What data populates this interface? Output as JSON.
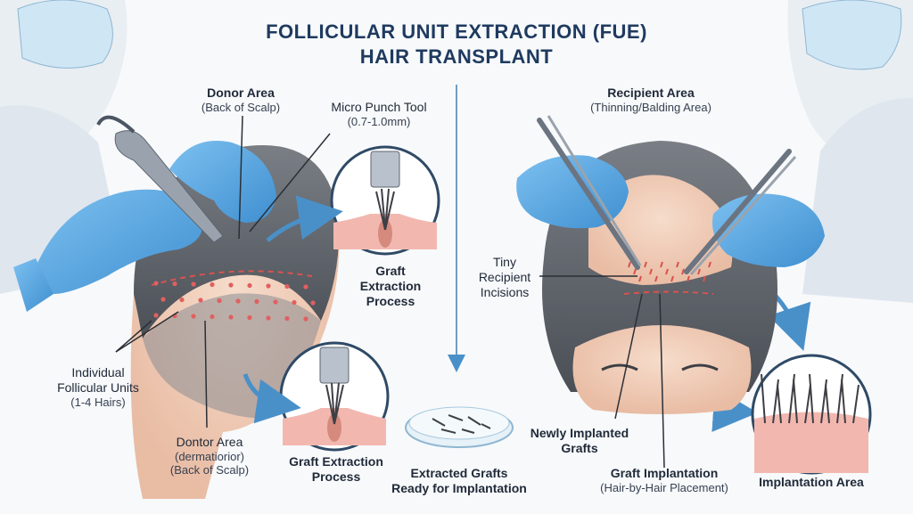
{
  "title": {
    "line1": "FOLLICULAR UNIT EXTRACTION (FUE)",
    "line2": "HAIR TRANSPLANT"
  },
  "labels": {
    "donor_area": {
      "title": "Donor Area",
      "sub": "(Back of Scalp)"
    },
    "micro_punch": {
      "title": "Micro Punch Tool",
      "sub": "(0.7-1.0mm)"
    },
    "graft_extraction_1": {
      "line1": "Graft",
      "line2": "Extraction",
      "line3": "Process"
    },
    "individual_units": {
      "line1": "Individual",
      "line2": "Follicular Units",
      "line3": "(1-4 Hairs)"
    },
    "dontor_area": {
      "line1": "Dontor Area",
      "line2": "(dermatiorior)",
      "line3": "(Back of Scalp)"
    },
    "graft_extraction_2": {
      "line1": "Graft Extraction",
      "line2": "Process"
    },
    "extracted_grafts": {
      "line1": "Extracted Grafts",
      "line2": "Ready for Implantation"
    },
    "recipient_area": {
      "title": "Recipient Area",
      "sub": "(Thinning/Balding Area)"
    },
    "tiny_incisions": {
      "line1": "Tiny",
      "line2": "Recipient",
      "line3": "Incisions"
    },
    "newly_implanted": {
      "line1": "Newly Implanted",
      "line2": "Grafts"
    },
    "graft_implantation": {
      "title": "Graft Implantation",
      "sub": "(Hair-by-Hair Placement)"
    },
    "implantation_area": {
      "title": "Implantation Area"
    }
  },
  "colors": {
    "glove": "#5aa9e6",
    "glove_dark": "#2f7fc0",
    "hair": "#5b5f66",
    "skin": "#f3d2bf",
    "arrow": "#4a90c8",
    "title": "#1f3a5f",
    "incision": "#d9534f"
  }
}
